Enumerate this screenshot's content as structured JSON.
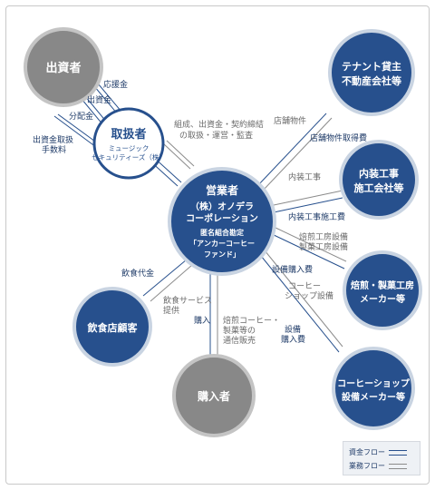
{
  "nodes": {
    "investor": "出資者",
    "handler": {
      "title": "取扱者",
      "sub1": "ミュージック",
      "sub2": "セキュリティーズ（株）"
    },
    "center": {
      "line1": "営業者",
      "line2": "（株）オノデラ",
      "line3": "コーポレーション",
      "line4": "匿名組合勘定",
      "line5": "「アンカーコーヒー",
      "line6": "ファンド」"
    },
    "tenant": {
      "line1": "テナント貸主",
      "line2": "不動産会社等"
    },
    "interior": {
      "line1": "内装工事",
      "line2": "施工会社等"
    },
    "roaster": {
      "line1": "焙煎・製菓工房",
      "line2": "メーカー等"
    },
    "coffee_equip": {
      "line1": "コーヒーショップ",
      "line2": "設備メーカー等"
    },
    "buyer": "購入者",
    "restaurant": "飲食店顧客"
  },
  "labels": {
    "support": "応援金",
    "invest1": "出資金",
    "distribution": "分配金",
    "fee1": "出資金取扱",
    "fee2": "手数料",
    "center_biz1": "組成、出資金・契約締結",
    "center_biz2": "の取扱・運営・監査",
    "store_property": "店舗物件",
    "store_cost": "店舗物件取得費",
    "interior_work": "内装工事",
    "interior_cost": "内装工事施工費",
    "roast_equip1": "焙煎工房設備",
    "roast_equip2": "製菓工房設備",
    "equip_cost": "設備購入費",
    "coffee_equip1": "コーヒー",
    "coffee_equip2": "ショップ設備",
    "equip_cost2a": "設備",
    "equip_cost2b": "購入費",
    "food_fee": "飲食代金",
    "food_service1": "飲食サービス",
    "food_service2": "提供",
    "purchase": "購入",
    "sales1": "焙煎コーヒー・",
    "sales2": "製菓等の",
    "sales3": "通信販売"
  },
  "legend": {
    "fund_flow": "資金フロー",
    "business_flow": "業務フロー"
  }
}
